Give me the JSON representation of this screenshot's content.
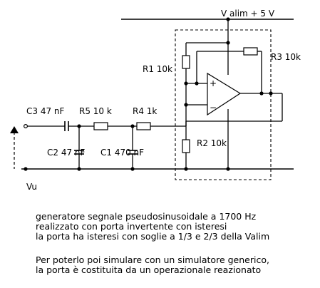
{
  "schematic": {
    "supply_label": "V alim + 5 V",
    "output_label": "Vu",
    "components": {
      "r1": "R1 10k",
      "r2": "R2 10k",
      "r3": "R3 10k",
      "r4": "R4 1k",
      "r5": "R5 10 k",
      "c1": "C1 470 nF",
      "c2": "C2 47 nF",
      "c3": "C3 47 nF"
    },
    "opamp": {
      "plus": "+",
      "minus": "−"
    }
  },
  "description": {
    "paragraph1": [
      "generatore segnale pseudosinusoidale a 1700 Hz",
      "realizzato con porta invertente con isteresi",
      "la porta ha isteresi con soglie a 1/3 e 2/3 della Valim"
    ],
    "paragraph2": [
      "Per poterlo poi simulare con un simulatore generico,",
      "la porta è costituita da un operazionale reazionato"
    ]
  }
}
